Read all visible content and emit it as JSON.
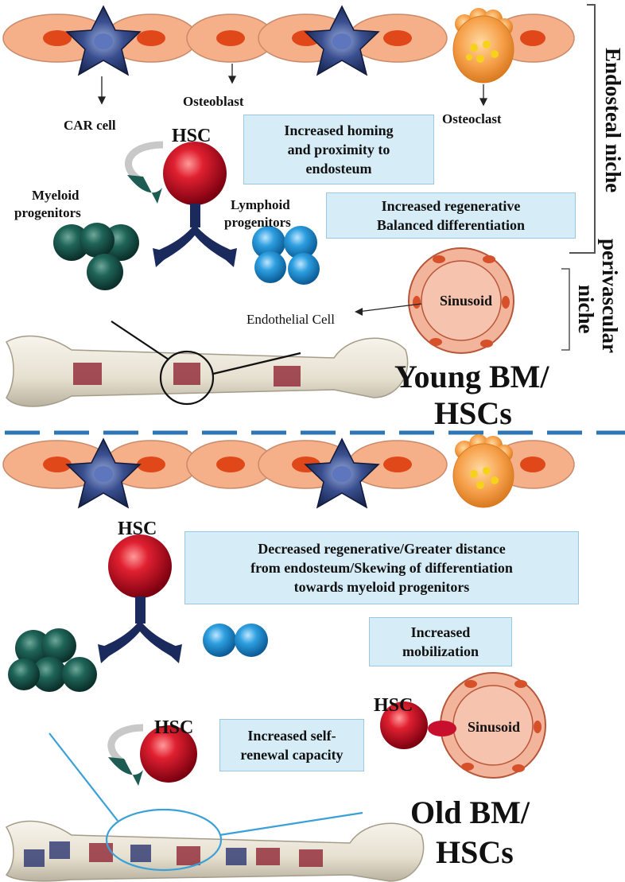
{
  "top": {
    "labels": {
      "car_cell": "CAR cell",
      "osteoblast": "Osteoblast",
      "osteoclast": "Osteoclast",
      "hsc": "HSC",
      "myeloid_line1": "Myeloid",
      "myeloid_line2": "progenitors",
      "lymphoid_line1": "Lymphoid",
      "lymphoid_line2": "progenitors",
      "endothelial_cell": "Endothelial Cell",
      "sinusoid": "Sinusoid"
    },
    "boxes": {
      "homing_line1": "Increased homing",
      "homing_line2": "and proximity to",
      "homing_line3": "endosteum",
      "regen_line1": "Increased regenerative",
      "regen_line2": "Balanced differentiation"
    },
    "side_labels": {
      "endosteal": "Endosteal niche",
      "perivascular": "perivascular",
      "niche": "niche"
    },
    "title_line1": "Young BM/",
    "title_line2": "HSCs"
  },
  "bottom": {
    "labels": {
      "hsc_main": "HSC",
      "hsc_sinusoid": "HSC",
      "hsc_renewal": "HSC",
      "sinusoid": "Sinusoid"
    },
    "boxes": {
      "decreased_line1": "Decreased regenerative/Greater distance",
      "decreased_line2": "from endosteum/Skewing of differentiation",
      "decreased_line3": "towards myeloid progenitors",
      "mobilization_line1": "Increased",
      "mobilization_line2": "mobilization",
      "selfrenewal_line1": "Increased self-",
      "selfrenewal_line2": "renewal capacity"
    },
    "title_line1": "Old BM/",
    "title_line2": "HSCs"
  },
  "colors": {
    "osteoblast_fill": "#f5b08a",
    "osteoblast_nucleus": "#e0481a",
    "car_star": "#1d2f66",
    "osteoclast": "#f39a3d",
    "hsc_red": "#c8102e",
    "myeloid_green": "#1d5c52",
    "lymphoid_blue": "#2b9ad8",
    "arrow_navy": "#1b2a5c",
    "box_fill": "#d6ecf6",
    "divider_blue": "#2e75b6",
    "sinusoid_fill": "#f2b49b"
  }
}
